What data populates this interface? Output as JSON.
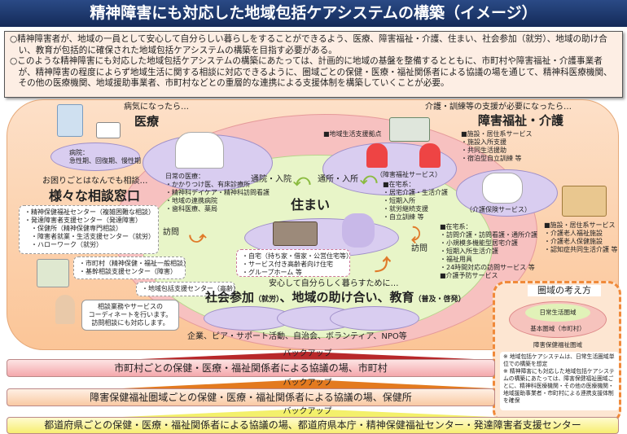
{
  "title": "精神障害にも対応した地域包括ケアシステムの構築（イメージ）",
  "intro": [
    "○精神障害者が、地域の一員として安心して自分らしい暮らしをすることができるよう、医療、障害福祉・介護、住まい、社会参加（就労）、地域の助け合い、教育が包括的に確保された地域包括ケアシステムの構築を目指す必要がある。",
    "○このような精神障害にも対応した地域包括ケアシステムの構築にあたっては、計画的に地域の基盤を整備するとともに、市町村や障害福祉・介護事業者が、精神障害の程度によらず地域生活に関する相談に対応できるように、圏域ごとの保健・医療・福祉関係者による協議の場を通じて、精神科医療機関、その他の医療機関、地域援助事業者、市町村などとの重層的な連携による支援体制を構築していくことが必要。"
  ],
  "medical": {
    "lead": "病気になったら…",
    "heading": "医療",
    "hospital": [
      "病院：",
      "急性期、回復期、慢性期"
    ],
    "daily": [
      "日常の医療：",
      "・かかりつけ医、有床診療所",
      "・精神科デイケア・精神科訪問看護",
      "・地域の連携病院",
      "・歯科医療、薬局"
    ]
  },
  "consult": {
    "lead": "お困りごとはなんでも相談…",
    "heading": "様々な相談窓口",
    "list1": [
      "・精神保健福祉センター（複雑困難な相談）",
      "・発達障害者支援センター（発達障害）",
      "　・保健所（精神保健専門相談）",
      "　・障害者就業・生活支援センター（就労）",
      "　・ハローワーク（就労）"
    ],
    "list2": [
      "・市町村（精神保健・福祉一般相談）",
      "・基幹相談支援センター（障害）"
    ],
    "list3": "・地域包括支援センター（高齢）",
    "bubble": [
      "相談業務やサービスの",
      "コーディネートを行います。",
      "訪問相談にも対応します。"
    ]
  },
  "welfare": {
    "lead": "介護・訓練等の支援が必要になったら…",
    "heading": "障害福祉・介護",
    "base": "■地域生活支援拠点",
    "facility1": [
      "■施設・居住系サービス",
      "・施設入所支援",
      "・共同生活援助",
      "・宿泊型自立訓練 等"
    ],
    "service_label": "（障害福祉サービス）",
    "home1": [
      "■在宅系：",
      "・居宅介護・生活介護",
      "・短期入所",
      "・就労継続支援",
      "・自立訓練 等"
    ],
    "care_label": "（介護保険サービス）",
    "home2": [
      "■在宅系：",
      "・訪問介護・訪問看護・通所介護",
      "・小規模多機能型居宅介護",
      "・短期入所生活介護",
      "・福祉用具",
      "・24時間対応の訪問サービス 等",
      "■介護予防サービス"
    ],
    "facility2": [
      "■施設・居住系サービス",
      "・介護老人福祉施設",
      "・介護老人保健施設",
      "・認知症共同生活介護 等"
    ]
  },
  "housing": {
    "heading": "住まい",
    "list": [
      "・自宅（持ち家・借家・公営住宅等）",
      "・サービス付き高齢者向け住宅",
      "・グループホーム 等"
    ]
  },
  "arrows": {
    "hospital": "通院・入院",
    "facility": "通所・入所",
    "visit1": "訪問",
    "visit2": "訪問"
  },
  "social": {
    "lead": "安心して自分らしく暮らすために…",
    "heading": "社会参加",
    "h_sub1": "（就労）",
    "h2": "、地域の助け合い、教育",
    "h_sub2": "（普及・啓発）",
    "groups": "企業、ピア・サポート活動、自治会、ボランティア、NPO等"
  },
  "area": {
    "heading": "圏域の考え方",
    "inner": "日常生活圏域",
    "middle": "基本圏域（市町村）",
    "outer": "障害保健福祉圏域",
    "notes": [
      "※ 地域包括ケアシステムは、日常生活圏域単位での構築を想定",
      "※ 精神障害にも対応した地域包括ケアシステムの構築にあたっては、障害保健福祉圏域ごとに、精神科医療機関・その他の医療機関・地域援助事業者・市町村による連携支援体制を確保"
    ]
  },
  "backup": "バックアップ",
  "bands": [
    "市町村ごとの保健・医療・福祉関係者による協議の場、市町村",
    "障害保健福祉圏域ごとの保健・医療・福祉関係者による協議の場、保健所",
    "都道府県ごとの保健・医療・福祉関係者による協議の場、都道府県本庁・精神保健福祉センター・発達障害者支援センター"
  ]
}
